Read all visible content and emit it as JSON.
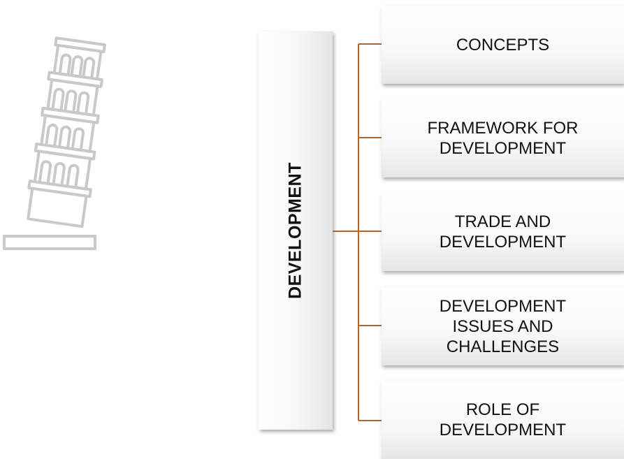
{
  "diagram": {
    "root": {
      "label": "DEVELOPMENT"
    },
    "children": [
      {
        "label": "CONCEPTS"
      },
      {
        "label": "FRAMEWORK FOR\nDEVELOPMENT"
      },
      {
        "label": "TRADE AND\nDEVELOPMENT"
      },
      {
        "label": "DEVELOPMENT\nISSUES AND\nCHALLENGES"
      },
      {
        "label": "ROLE OF\nDEVELOPMENT"
      }
    ],
    "connector_color": "#b5642a",
    "icon": "leaning-tower-icon",
    "icon_color": "#c9c9c9"
  }
}
